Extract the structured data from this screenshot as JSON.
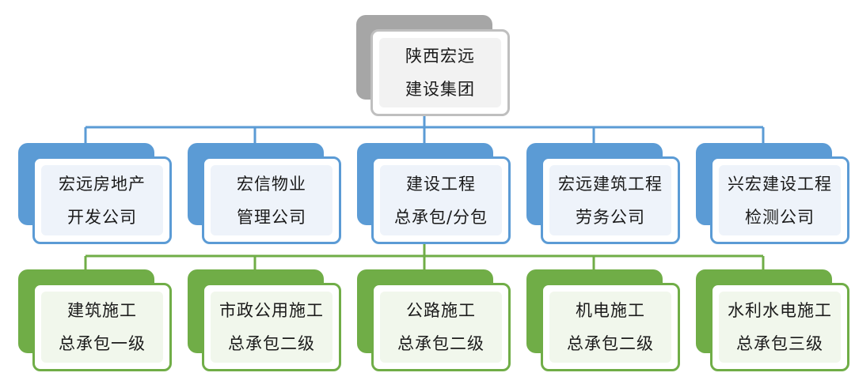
{
  "colors": {
    "root_shadow": "#a6a6a6",
    "root_border": "#bfbfbf",
    "level1": "#5b9bd5",
    "level2": "#70ad47"
  },
  "root": {
    "lines": [
      "陕西宏远",
      "建设集团"
    ]
  },
  "level1": [
    {
      "lines": [
        "宏远房地产",
        "开发公司"
      ]
    },
    {
      "lines": [
        "宏信物业",
        "管理公司"
      ]
    },
    {
      "lines": [
        "建设工程",
        "总承包/分包"
      ]
    },
    {
      "lines": [
        "宏远建筑工程",
        "劳务公司"
      ]
    },
    {
      "lines": [
        "兴宏建设工程",
        "检测公司"
      ]
    }
  ],
  "level2": [
    {
      "lines": [
        "建筑施工",
        "总承包一级"
      ]
    },
    {
      "lines": [
        "市政公用施工",
        "总承包二级"
      ]
    },
    {
      "lines": [
        "公路施工",
        "总承包二级"
      ]
    },
    {
      "lines": [
        "机电施工",
        "总承包二级"
      ]
    },
    {
      "lines": [
        "水利水电施工",
        "总承包三级"
      ]
    }
  ]
}
